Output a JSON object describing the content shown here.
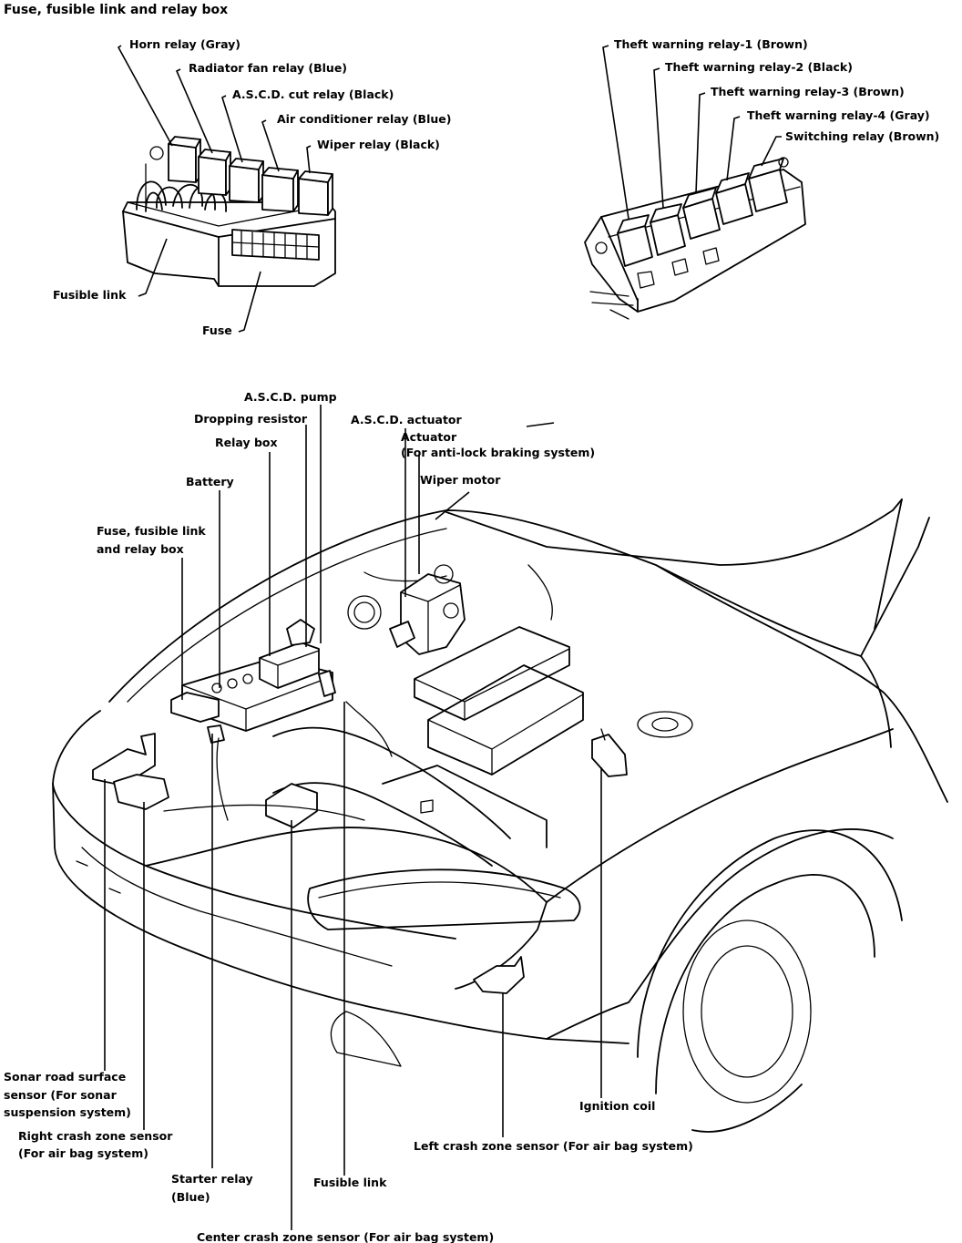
{
  "title": "Fuse, fusible link and relay box",
  "fuse_box_labels": {
    "horn_relay": "Horn relay (Gray)",
    "radiator_fan_relay": "Radiator fan relay (Blue)",
    "ascd_cut_relay": "A.S.C.D. cut relay (Black)",
    "air_conditioner_relay": "Air conditioner relay (Blue)",
    "wiper_relay": "Wiper relay (Black)",
    "fusible_link": "Fusible link",
    "fuse": "Fuse"
  },
  "relay_box_labels": {
    "theft_1": "Theft warning relay-1 (Brown)",
    "theft_2": "Theft warning relay-2 (Black)",
    "theft_3": "Theft warning relay-3 (Brown)",
    "theft_4": "Theft warning relay-4 (Gray)",
    "switching": "Switching relay (Brown)"
  },
  "engine_labels": {
    "ascd_pump": "A.S.C.D. pump",
    "dropping_resistor": "Dropping resistor",
    "ascd_actuator": "A.S.C.D. actuator",
    "actuator_1": "Actuator",
    "actuator_2": "(For anti-lock braking system)",
    "relay_box": "Relay box",
    "wiper_motor": "Wiper motor",
    "battery": "Battery",
    "fuse_box_1": "Fuse, fusible link",
    "fuse_box_2": "and relay box",
    "sonar_1": "Sonar road surface",
    "sonar_2": "sensor (For sonar",
    "sonar_3": "suspension system)",
    "right_crash_1": "Right crash zone sensor",
    "right_crash_2": "(For air bag system)",
    "starter_1": "Starter relay",
    "starter_2": "(Blue)",
    "fusible_link": "Fusible link",
    "ignition_coil": "Ignition coil",
    "left_crash": "Left crash zone sensor (For air bag system)",
    "center_crash": "Center crash zone sensor (For air bag system)"
  }
}
